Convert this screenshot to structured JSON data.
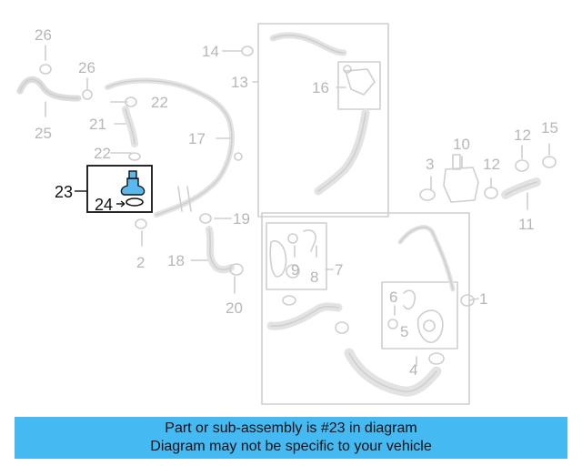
{
  "colors": {
    "part_line": "#cfcfcf",
    "label_gray": "#b7b7b7",
    "highlight": "#111111",
    "highlight_fill": "#5bb8ee",
    "banner_bg": "#45b9f2"
  },
  "callouts": {
    "c1": "1",
    "c2": "2",
    "c3": "3",
    "c4": "4",
    "c5": "5",
    "c6": "6",
    "c7": "7",
    "c8": "8",
    "c9": "9",
    "c10": "10",
    "c11": "11",
    "c12a": "12",
    "c12b": "12",
    "c13": "13",
    "c14": "14",
    "c15": "15",
    "c16": "16",
    "c17": "17",
    "c18": "18",
    "c19": "19",
    "c20": "20",
    "c21": "21",
    "c22a": "22",
    "c22b": "22",
    "c23": "23",
    "c24": "24",
    "c25": "25",
    "c26a": "26",
    "c26b": "26"
  },
  "banner": {
    "line1": "Part or sub-assembly is #23 in diagram",
    "line2": "Diagram may not be specific to your vehicle"
  }
}
